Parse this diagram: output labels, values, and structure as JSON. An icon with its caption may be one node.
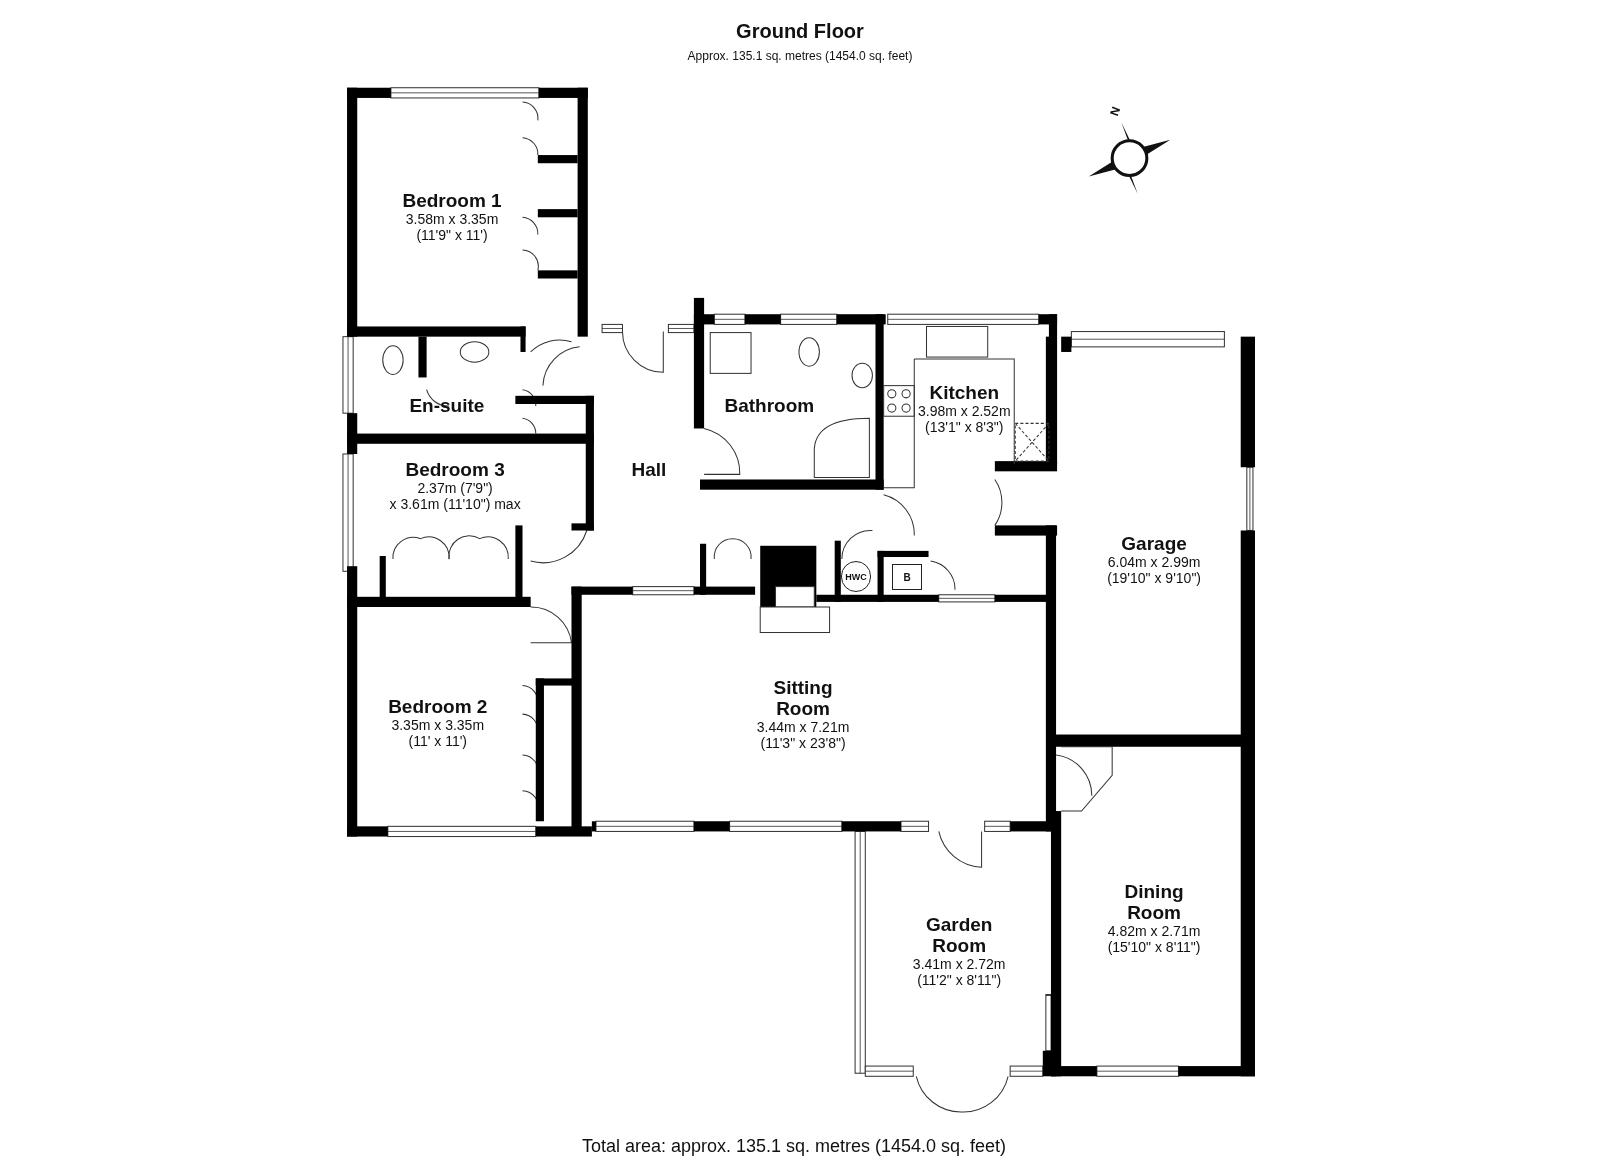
{
  "diagram": {
    "title": "Ground Floor",
    "caption": "Total area: approx. 135.1 sq. metres (1454.0 sq. feet)",
    "nodes": [
      {
        "text": [
          "Bedroom 1",
          "3.58m x 3.35m",
          "(11'9\" x 11')"
        ]
      },
      {
        "text": [
          "Bathroom"
        ]
      },
      {
        "text": [
          "Kitchen",
          "3.98m x 2.52m",
          "(13'1\" x 8'3\")"
        ]
      },
      {
        "text": [
          "En-suite"
        ]
      },
      {
        "text": [
          "Bedroom 3",
          "2.37m (7'9\")",
          "x 3.61m (11'10\") max"
        ]
      },
      {
        "text": [
          "Hall"
        ]
      },
      {
        "text": [
          "Garage",
          "6.04m x 2.99m",
          "(19'10\" x 9'10\")"
        ]
      },
      {
        "text": [
          "HWC"
        ]
      },
      {
        "text": [
          "B"
        ]
      },
      {
        "text": [
          "Sitting Room",
          "3.44m x 7.21m",
          "(11'3\" x 23'8\")"
        ]
      },
      {
        "text": [
          "Bedroom 2",
          "3.35m x 3.35m",
          "(11' x 11')"
        ]
      },
      {
        "text": [
          "Dining Room",
          "4.82m x 2.71m",
          "(15'10\" x 8'11\")"
        ]
      },
      {
        "text": [
          "Garden Room",
          "3.41m x 2.72m",
          "(11'2\" x 8'11\")"
        ]
      }
    ],
    "labels": [
      "Approx. 135.1 sq. metres (1454.0 sq. feet)",
      "N"
    ]
  }
}
